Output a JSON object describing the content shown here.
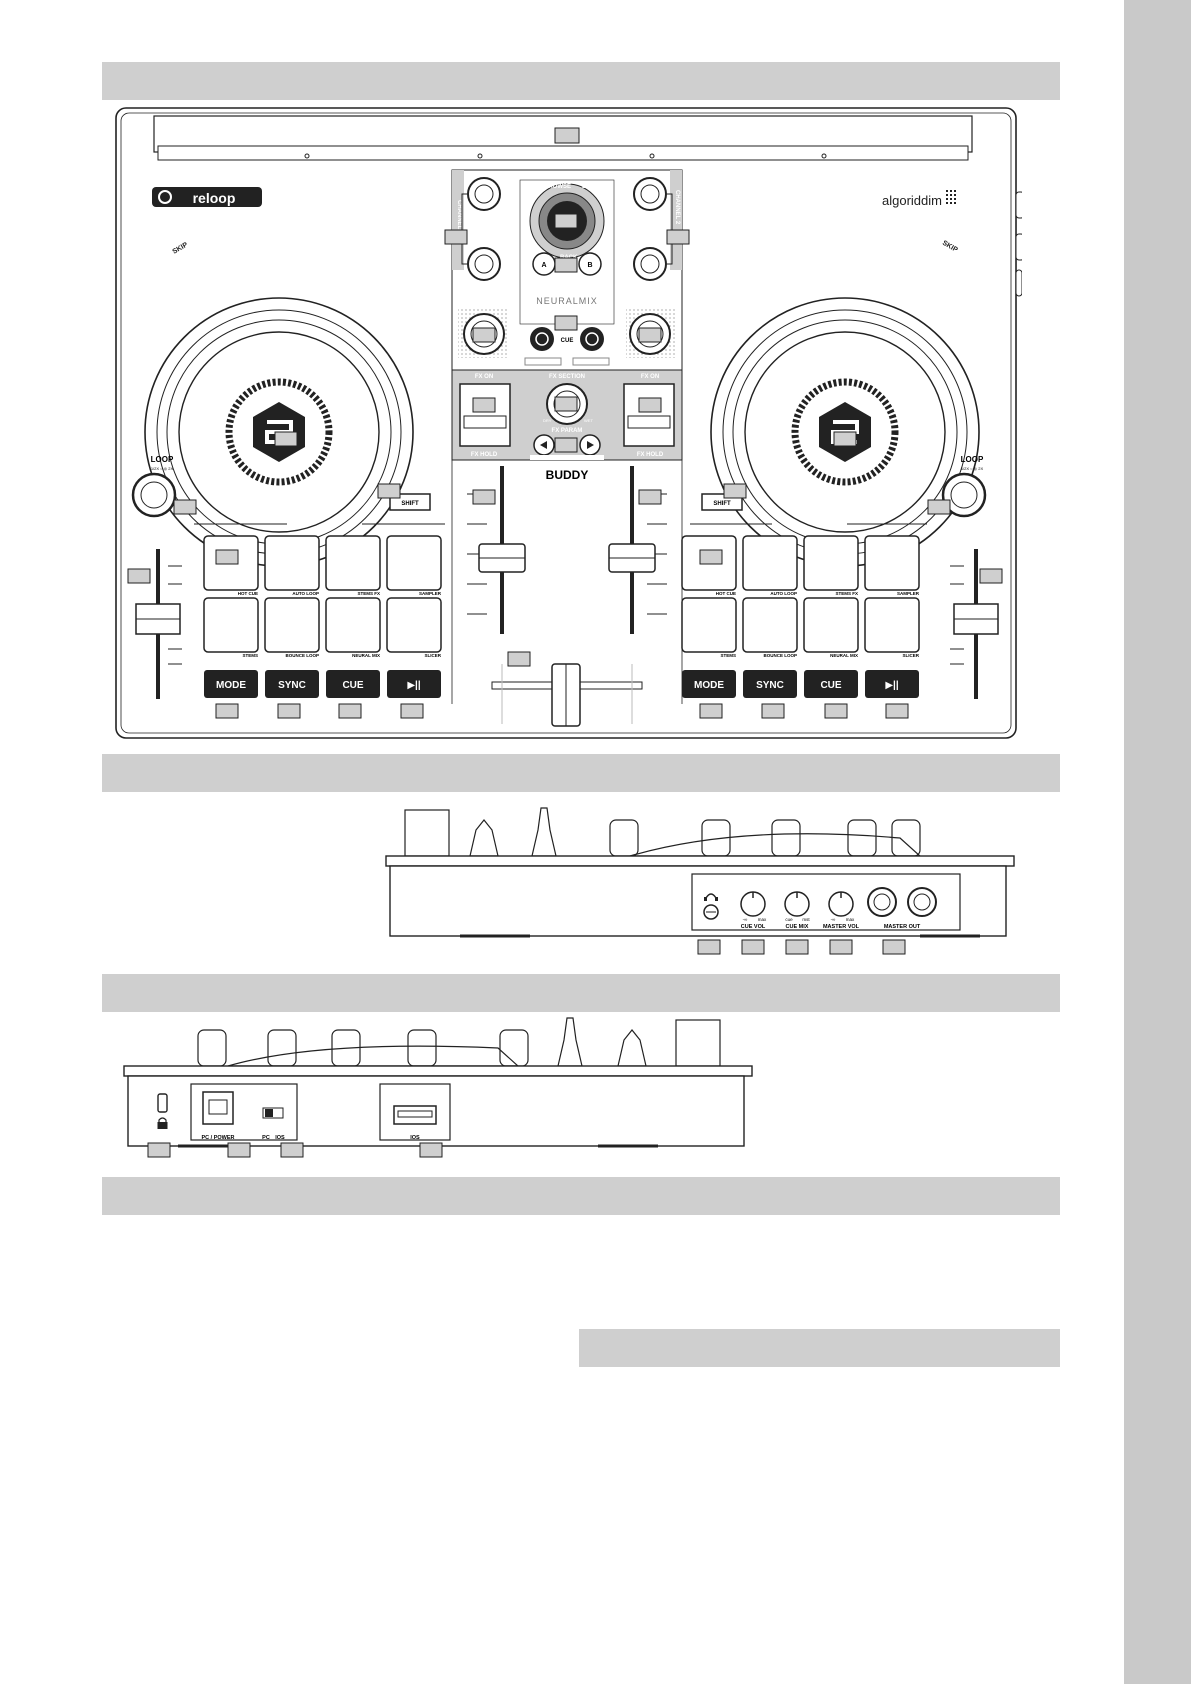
{
  "top_view": {
    "brand_logo": "reloop",
    "partner_logo": "algoriddim",
    "channel_labels": [
      "CHANNEL 1",
      "CHANNEL 2"
    ],
    "browse_labels": [
      "BROWSE",
      "ENTER",
      "BACK"
    ],
    "ab_buttons": [
      "A",
      "B"
    ],
    "neuralmix_label": "NEURALMIX",
    "cue_label": "CUE",
    "fx_section_label": "FX SECTION",
    "fx_param_label": "FX PARAM",
    "fx_on_label": "FX ON",
    "fx_hold_label": "FX HOLD",
    "fx_dry": "DRY",
    "fx_wet": "WET",
    "skip_label": "SKIP",
    "loop_label": "LOOP",
    "loop_sublabel": "1/2X ○ ◎ 2X",
    "shift_label": "SHIFT",
    "mixer_label": "BUDDY",
    "pad_mode_labels_top": [
      "HOT CUE",
      "AUTO LOOP",
      "STEMS FX",
      "SAMPLER"
    ],
    "pad_mode_labels_bottom": [
      "STEMS",
      "BOUNCE LOOP",
      "NEURAL MIX",
      "SLICER"
    ],
    "transport_buttons": [
      "MODE",
      "SYNC",
      "CUE",
      "▶||"
    ]
  },
  "front_view": {
    "headphone_icon": "headphones-icon",
    "knob_labels": [
      "CUE VOL",
      "CUE MIX",
      "MASTER VOL"
    ],
    "knob_ranges": [
      [
        "-∞",
        "max"
      ],
      [
        "cue",
        "mst"
      ],
      [
        "-∞",
        "max"
      ]
    ],
    "output_label": "MASTER OUT"
  },
  "rear_view": {
    "lock_icon": "lock-icon",
    "usb_b_label": "PC / POWER",
    "switch_labels": [
      "PC",
      "IOS"
    ],
    "usb_a_label": "IOS"
  }
}
